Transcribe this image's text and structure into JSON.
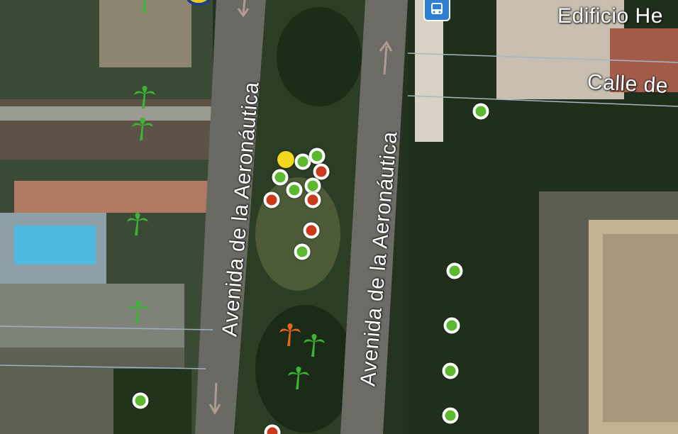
{
  "streets": {
    "avenida_left": "Avenida de la Aeronáutica",
    "avenida_right": "Avenida de la Aeronáutica",
    "edificio": "Edificio He",
    "calle": "Calle de"
  },
  "colors": {
    "marker_green": "#5cb82e",
    "marker_red": "#cc3a1c",
    "marker_selected": "#f2d81e",
    "palm_green": "#3db534",
    "palm_orange": "#e8651d",
    "bus_blue": "#2f7fd0"
  },
  "icons": {
    "tree_marker": "circle-marker",
    "palm": "palm-tree-icon",
    "bus": "bus-stop-icon"
  }
}
